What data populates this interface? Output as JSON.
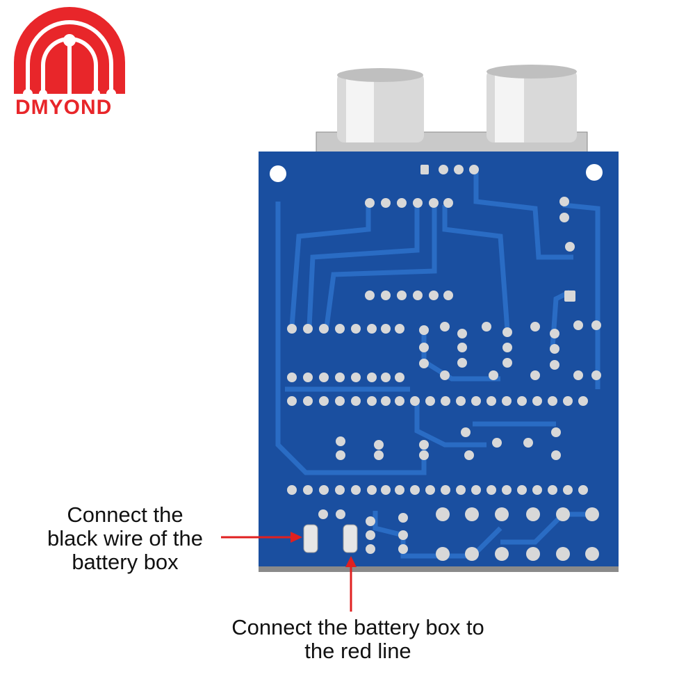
{
  "brand": {
    "name": "DMYOND",
    "color": "#e8262a"
  },
  "annotations": {
    "black_wire": {
      "lines": [
        "Connect the",
        "black wire of the",
        "battery box"
      ],
      "arrow_color": "#e02020"
    },
    "red_wire": {
      "lines": [
        "Connect the battery box to",
        "the red line"
      ],
      "arrow_color": "#e02020"
    }
  },
  "board": {
    "pcb_color": "#1a4fa0",
    "trace_color": "#2a6cc4",
    "solder_color": "#d8d8d8",
    "component_icon": "ultrasonic-sensor-module"
  }
}
